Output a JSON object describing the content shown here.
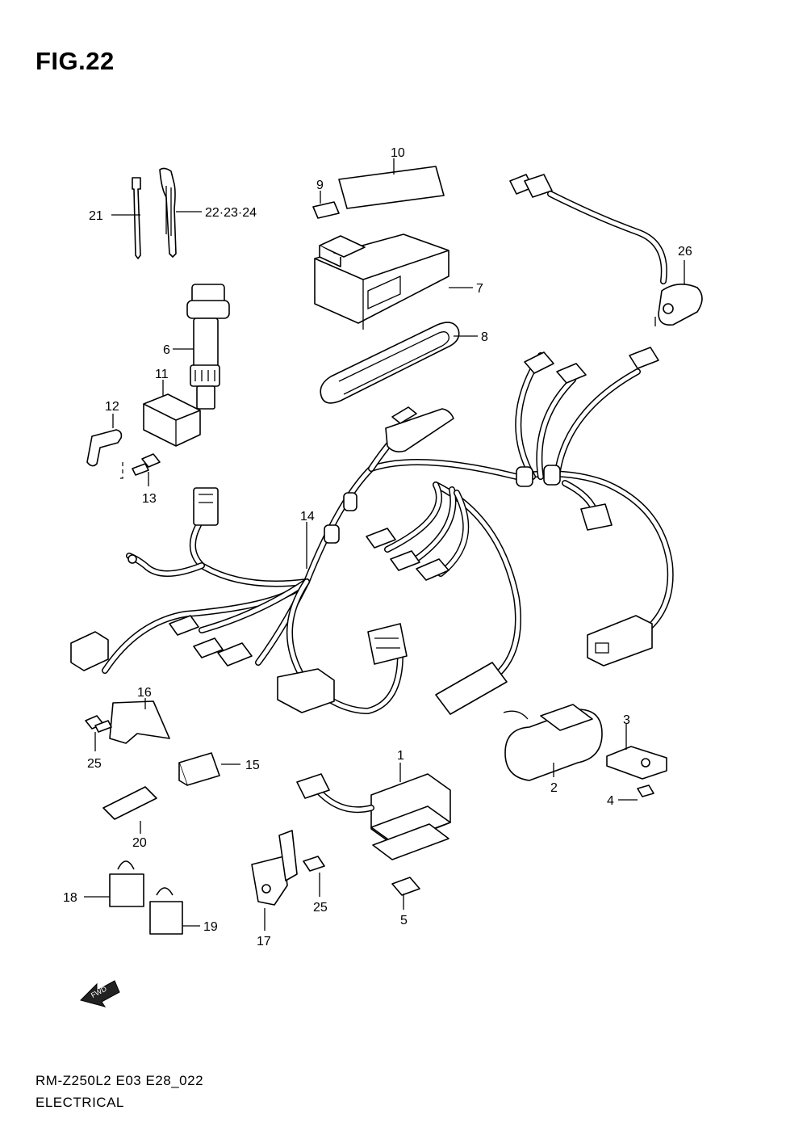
{
  "figure": {
    "title": "FIG.22"
  },
  "callouts": [
    {
      "id": "c1",
      "label": "1"
    },
    {
      "id": "c2",
      "label": "2"
    },
    {
      "id": "c3",
      "label": "3"
    },
    {
      "id": "c4",
      "label": "4"
    },
    {
      "id": "c5",
      "label": "5"
    },
    {
      "id": "c6",
      "label": "6"
    },
    {
      "id": "c7",
      "label": "7"
    },
    {
      "id": "c8",
      "label": "8"
    },
    {
      "id": "c9",
      "label": "9"
    },
    {
      "id": "c10",
      "label": "10"
    },
    {
      "id": "c11",
      "label": "11"
    },
    {
      "id": "c12",
      "label": "12"
    },
    {
      "id": "c13",
      "label": "13"
    },
    {
      "id": "c14",
      "label": "14"
    },
    {
      "id": "c15",
      "label": "15"
    },
    {
      "id": "c16",
      "label": "16"
    },
    {
      "id": "c17",
      "label": "17"
    },
    {
      "id": "c18",
      "label": "18"
    },
    {
      "id": "c19",
      "label": "19"
    },
    {
      "id": "c20",
      "label": "20"
    },
    {
      "id": "c21",
      "label": "21"
    },
    {
      "id": "c22",
      "label": "22·23·24"
    },
    {
      "id": "c25a",
      "label": "25"
    },
    {
      "id": "c25b",
      "label": "25"
    },
    {
      "id": "c26",
      "label": "26"
    }
  ],
  "direction_arrow": {
    "label": "FWD",
    "icon": "fwd-arrow-icon"
  },
  "footer": {
    "model_code": "RM-Z250L2 E03 E28_022",
    "section": "ELECTRICAL"
  }
}
